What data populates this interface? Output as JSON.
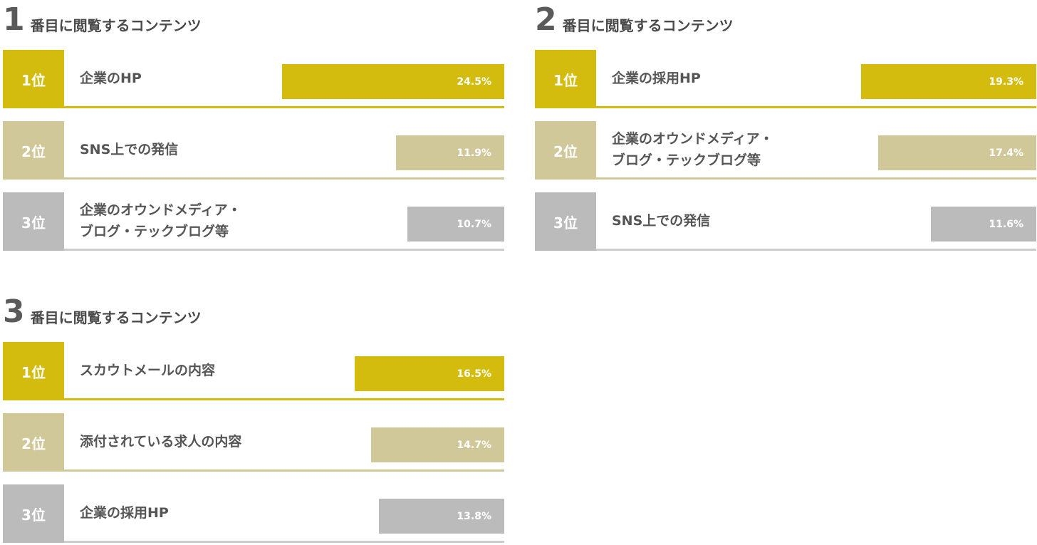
{
  "colors": {
    "rank1": "#d4bc0e",
    "rank2": "#d0c898",
    "rank3": "#bbbbbb"
  },
  "panels": [
    {
      "num": "1",
      "label": "番目に閲覧するコンテンツ",
      "rows": [
        {
          "rank": "1位",
          "label": "企業のHP",
          "value": 24.5,
          "value_label": "24.5%"
        },
        {
          "rank": "2位",
          "label": "SNS上での発信",
          "value": 11.9,
          "value_label": "11.9%"
        },
        {
          "rank": "3位",
          "label": "企業のオウンドメディア・\nブログ・テックブログ等",
          "value": 10.7,
          "value_label": "10.7%"
        }
      ]
    },
    {
      "num": "2",
      "label": "番目に閲覧するコンテンツ",
      "rows": [
        {
          "rank": "1位",
          "label": "企業の採用HP",
          "value": 19.3,
          "value_label": "19.3%"
        },
        {
          "rank": "2位",
          "label": "企業のオウンドメディア・\nブログ・テックブログ等",
          "value": 17.4,
          "value_label": "17.4%"
        },
        {
          "rank": "3位",
          "label": "SNS上での発信",
          "value": 11.6,
          "value_label": "11.6%"
        }
      ]
    },
    {
      "num": "3",
      "label": "番目に閲覧するコンテンツ",
      "rows": [
        {
          "rank": "1位",
          "label": "スカウトメールの内容",
          "value": 16.5,
          "value_label": "16.5%"
        },
        {
          "rank": "2位",
          "label": "添付されている求人の内容",
          "value": 14.7,
          "value_label": "14.7%"
        },
        {
          "rank": "3位",
          "label": "企業の採用HP",
          "value": 13.8,
          "value_label": "13.8%"
        }
      ]
    }
  ],
  "chart_data": [
    {
      "type": "bar",
      "orientation": "horizontal",
      "title": "1番目に閲覧するコンテンツ",
      "categories": [
        "企業のHP",
        "SNS上での発信",
        "企業のオウンドメディア・ブログ・テックブログ等"
      ],
      "values": [
        24.5,
        11.9,
        10.7
      ],
      "unit": "%"
    },
    {
      "type": "bar",
      "orientation": "horizontal",
      "title": "2番目に閲覧するコンテンツ",
      "categories": [
        "企業の採用HP",
        "企業のオウンドメディア・ブログ・テックブログ等",
        "SNS上での発信"
      ],
      "values": [
        19.3,
        17.4,
        11.6
      ],
      "unit": "%"
    },
    {
      "type": "bar",
      "orientation": "horizontal",
      "title": "3番目に閲覧するコンテンツ",
      "categories": [
        "スカウトメールの内容",
        "添付されている求人の内容",
        "企業の採用HP"
      ],
      "values": [
        16.5,
        14.7,
        13.8
      ],
      "unit": "%"
    }
  ]
}
